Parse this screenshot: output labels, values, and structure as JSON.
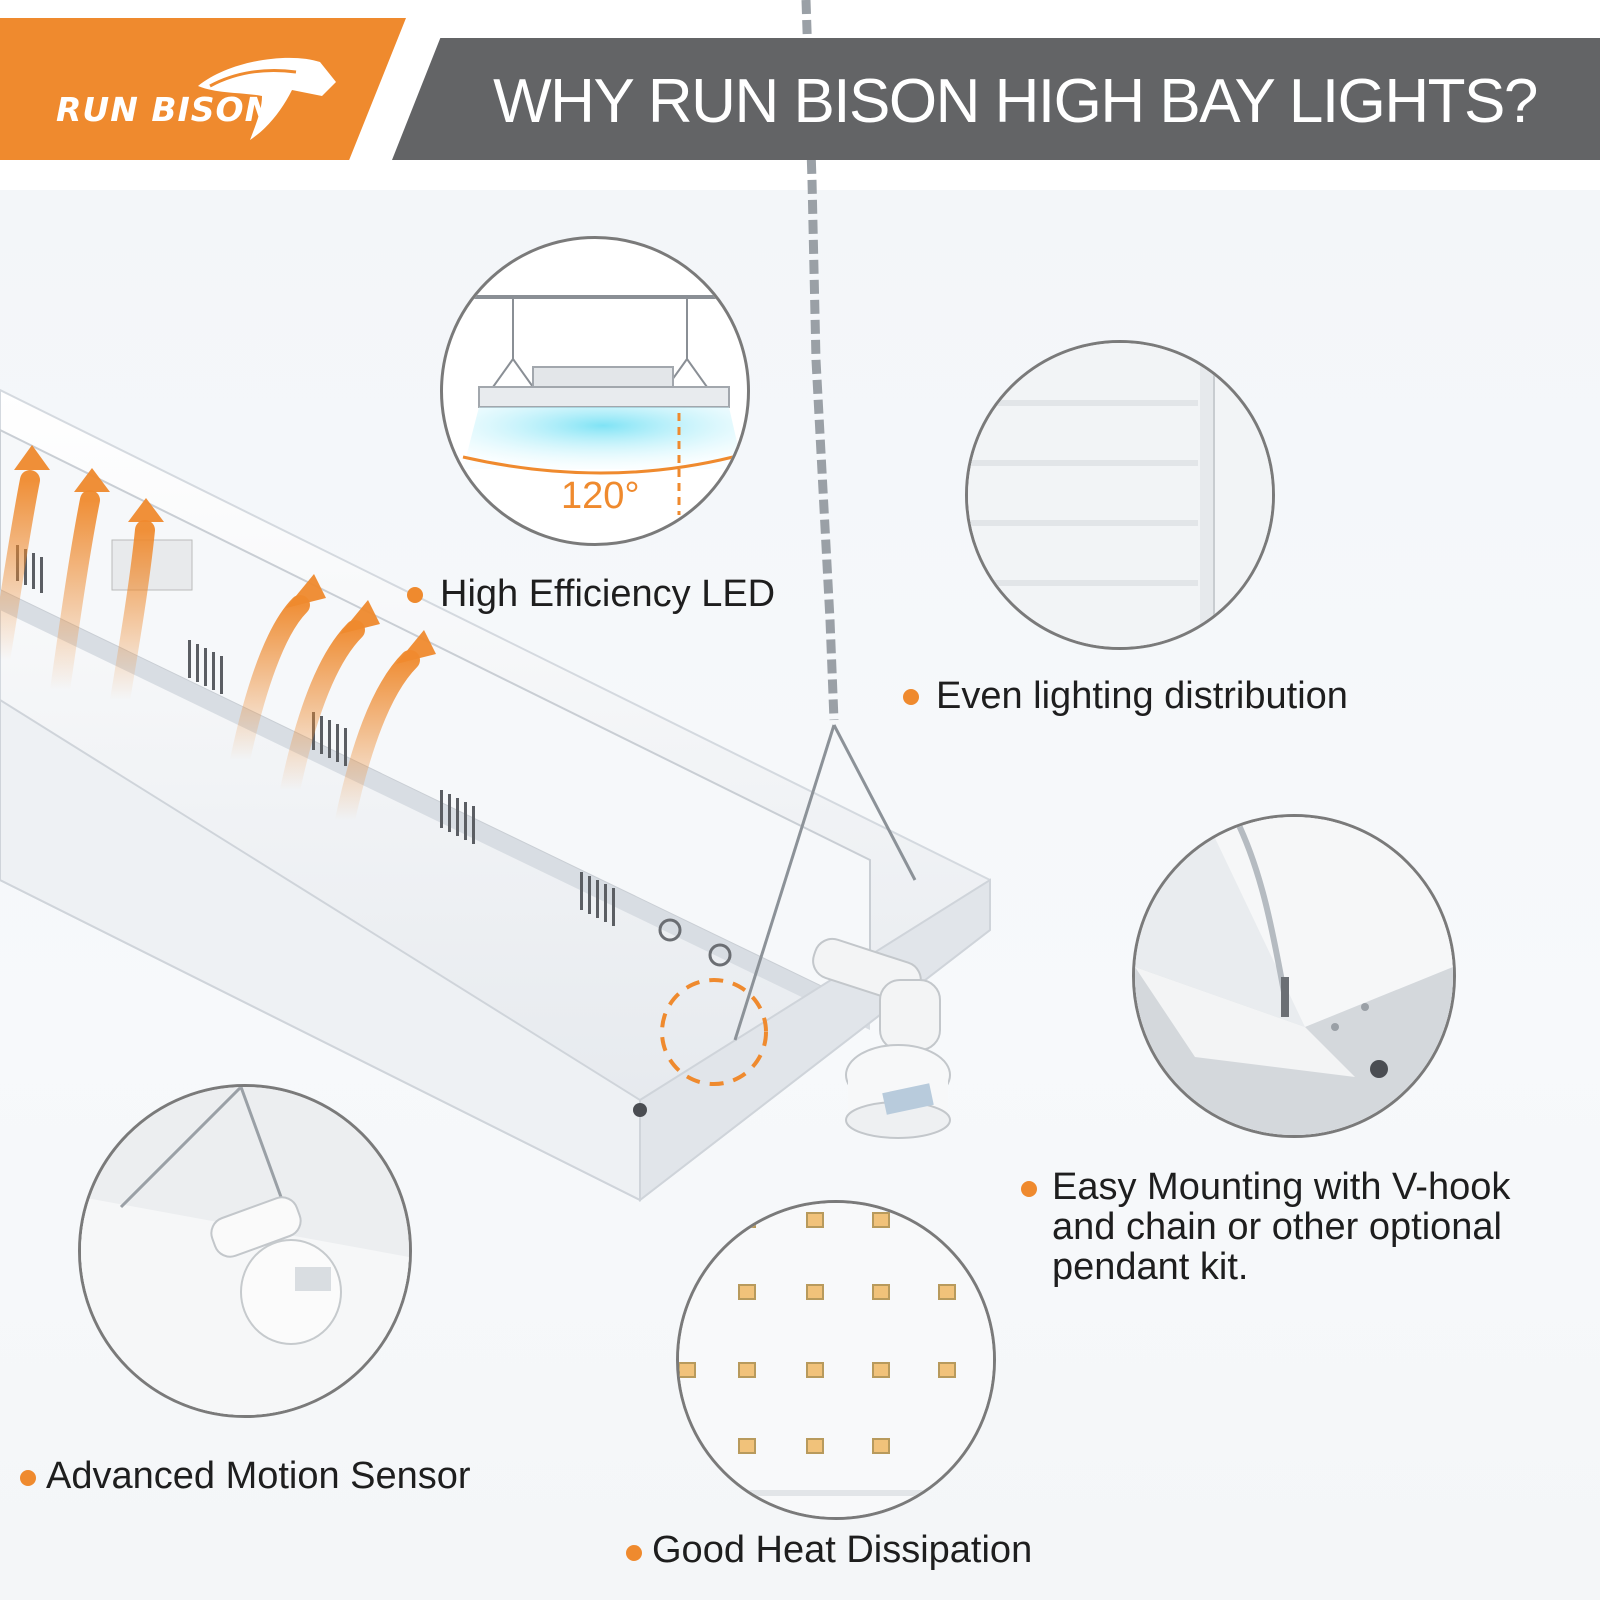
{
  "brand": {
    "logo_text": "RUN BISON"
  },
  "header": {
    "title": "WHY RUN BISON HIGH BAY LIGHTS?"
  },
  "colors": {
    "accent": "#ef8a2e",
    "title_band": "#636466",
    "text": "#1e1e1e"
  },
  "features": {
    "high_efficiency": {
      "label": "High Efficiency LED",
      "beam_angle": "120°"
    },
    "even_lighting": {
      "label": "Even lighting distribution"
    },
    "easy_mounting": {
      "line1": "Easy Mounting with V-hook",
      "line2": "and chain or other optional",
      "line3": "pendant kit."
    },
    "motion_sensor": {
      "label": "Advanced Motion Sensor"
    },
    "heat_dissipation": {
      "label": "Good Heat Dissipation"
    }
  },
  "icons": [
    "bison-logo-icon",
    "bullet-dot-icon",
    "heat-arrow-icon",
    "chain-icon",
    "v-hook-icon",
    "motion-sensor-icon",
    "led-chip-icon"
  ]
}
